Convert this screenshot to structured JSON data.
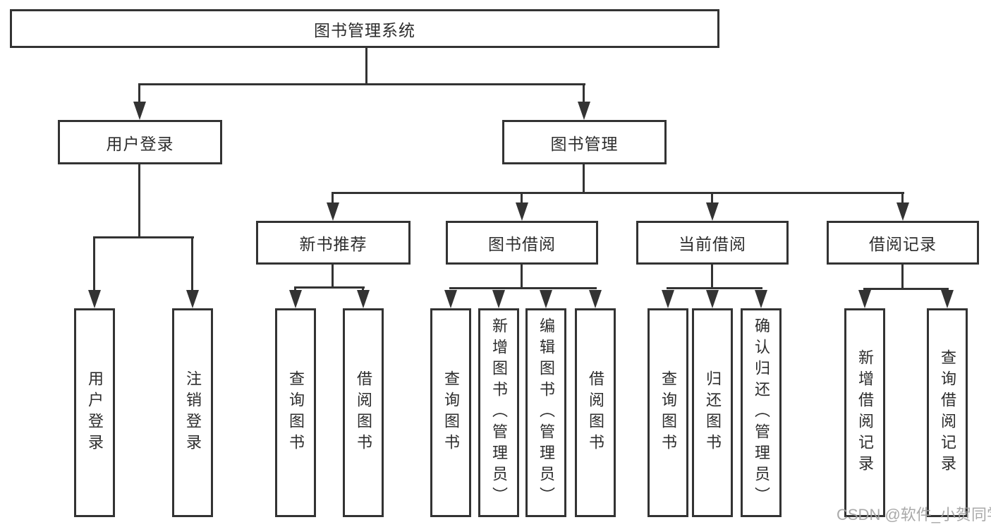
{
  "diagram": {
    "title": "图书管理系统",
    "watermark": "CSDN @软件_小贺同学",
    "colors": {
      "line": "#333333",
      "box_border": "#333333",
      "text": "#2d2d2d",
      "watermark": "#a0a0a0",
      "background": "#ffffff"
    },
    "level1": [
      {
        "id": "user-login",
        "label": "用户登录",
        "parent": "root"
      },
      {
        "id": "book-management",
        "label": "图书管理",
        "parent": "root"
      }
    ],
    "level2": [
      {
        "id": "new-book-recommendation",
        "label": "新书推荐",
        "parent": "book-management"
      },
      {
        "id": "book-borrowing",
        "label": "图书借阅",
        "parent": "book-management"
      },
      {
        "id": "current-borrowing",
        "label": "当前借阅",
        "parent": "book-management"
      },
      {
        "id": "borrowing-records",
        "label": "借阅记录",
        "parent": "book-management"
      }
    ],
    "level3": [
      {
        "label": "用户登录",
        "parent": "user-login"
      },
      {
        "label": "注销登录",
        "parent": "user-login"
      },
      {
        "label": "查询图书",
        "parent": "new-book-recommendation"
      },
      {
        "label": "借阅图书",
        "parent": "new-book-recommendation"
      },
      {
        "label": "查询图书",
        "parent": "book-borrowing"
      },
      {
        "label": "新增图书（管理员）",
        "parent": "book-borrowing"
      },
      {
        "label": "编辑图书（管理员）",
        "parent": "book-borrowing"
      },
      {
        "label": "借阅图书",
        "parent": "book-borrowing"
      },
      {
        "label": "查询图书",
        "parent": "current-borrowing"
      },
      {
        "label": "归还图书",
        "parent": "current-borrowing"
      },
      {
        "label": "确认归还（管理员）",
        "parent": "current-borrowing"
      },
      {
        "label": "新增借阅记录",
        "parent": "borrowing-records"
      },
      {
        "label": "查询借阅记录",
        "parent": "borrowing-records"
      }
    ]
  }
}
